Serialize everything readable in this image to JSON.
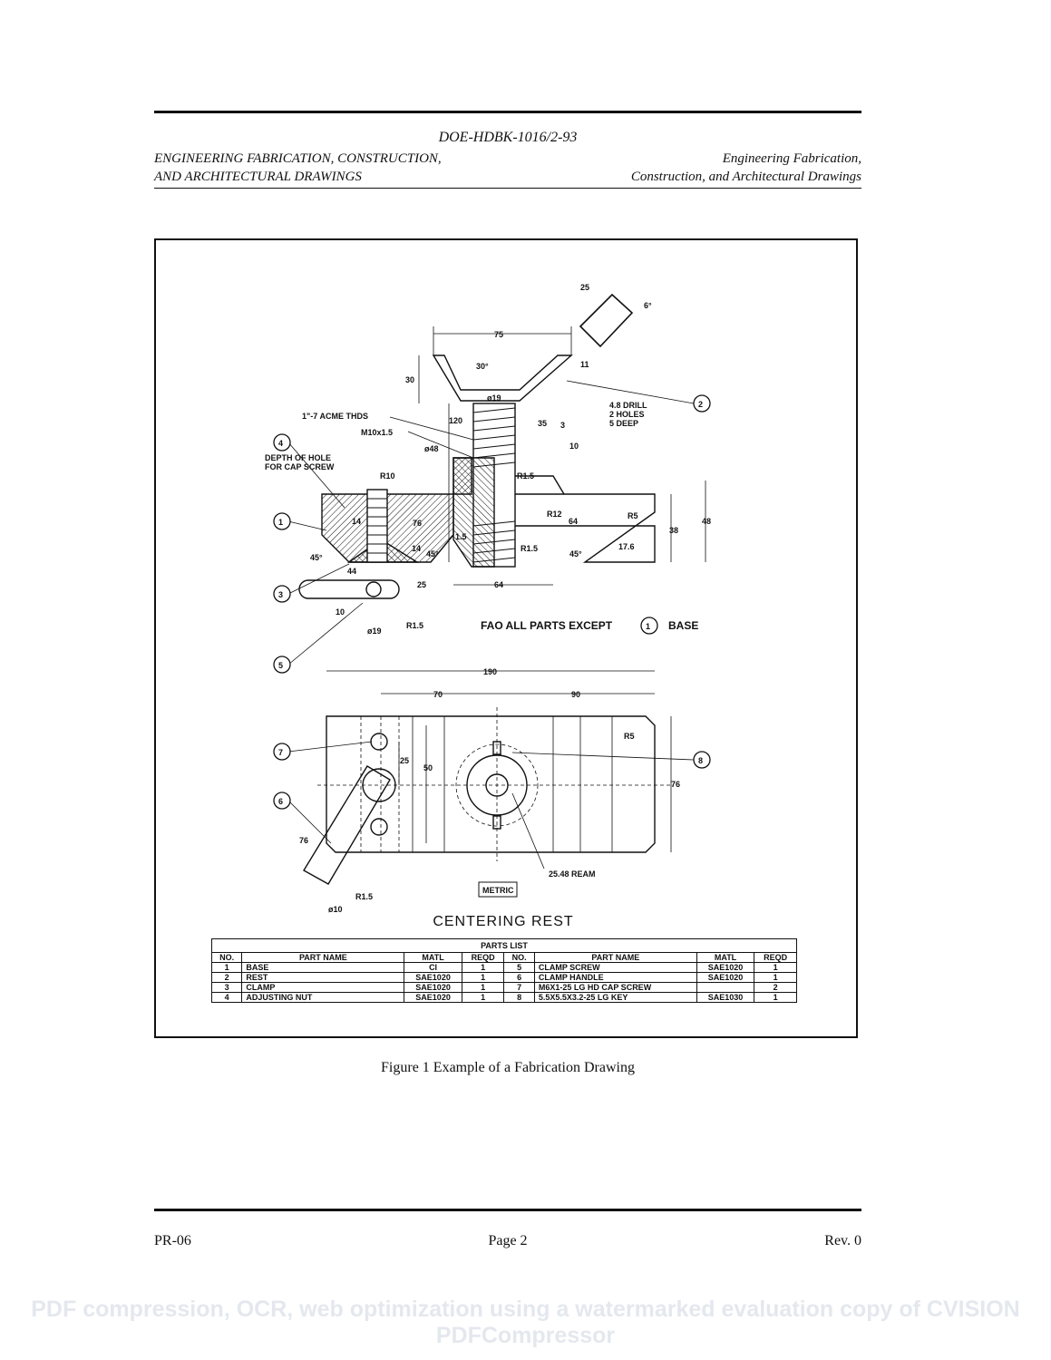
{
  "header": {
    "doc_number": "DOE-HDBK-1016/2-93",
    "left_line1": "ENGINEERING FABRICATION, CONSTRUCTION,",
    "left_line2": "AND ARCHITECTURAL DRAWINGS",
    "right_line1": "Engineering Fabrication,",
    "right_line2": "Construction, and Architectural Drawings"
  },
  "drawing": {
    "title": "CENTERING REST",
    "note": "FAO ALL PARTS EXCEPT",
    "note_part": "1",
    "note_end": "BASE",
    "metric_label": "METRIC",
    "labels": {
      "d25a": "25",
      "d6deg": "6°",
      "d75": "75",
      "d30deg": "30°",
      "d11": "11",
      "d30": "30",
      "phi19": "ø19",
      "drill1": "4.8 DRILL",
      "drill2": "2 HOLES",
      "drill3": "5 DEEP",
      "acme": "1\"-7 ACME THDS",
      "d120": "120",
      "d35": "35",
      "d3": "3",
      "m10": "M10x1.5",
      "phi48": "ø48",
      "d10a": "10",
      "depth1": "DEPTH OF HOLE",
      "depth2": "FOR CAP SCREW",
      "r10": "R10",
      "r15a": "R1.5",
      "r12": "R12",
      "d64a": "64",
      "r5a": "R5",
      "d38": "38",
      "d48": "48",
      "d14a": "14",
      "d76a": "76",
      "d15": "1.5",
      "r15b": "R1.5",
      "d176": "17.6",
      "d45a": "45°",
      "d45b": "45°",
      "d45c": "45°",
      "d14b": "14",
      "d44": "44",
      "d25b": "25",
      "d64b": "64",
      "d10b": "10",
      "phi19b": "ø19",
      "r15c": "R1.5",
      "d190": "190",
      "d70": "70",
      "d90": "90",
      "r5b": "R5",
      "d25c": "25",
      "d50": "50",
      "d76b": "76",
      "d76c": "76",
      "ream": "25.48 REAM",
      "r15d": "R1.5",
      "phi10": "ø10"
    },
    "balloons": [
      "1",
      "2",
      "3",
      "4",
      "5",
      "6",
      "7",
      "8"
    ]
  },
  "parts_list": {
    "caption": "PARTS LIST",
    "headers": [
      "NO.",
      "PART NAME",
      "MATL",
      "REQD",
      "NO.",
      "PART NAME",
      "MATL",
      "REQD"
    ],
    "rows": [
      [
        "1",
        "BASE",
        "CI",
        "1",
        "5",
        "CLAMP SCREW",
        "SAE1020",
        "1"
      ],
      [
        "2",
        "REST",
        "SAE1020",
        "1",
        "6",
        "CLAMP HANDLE",
        "SAE1020",
        "1"
      ],
      [
        "3",
        "CLAMP",
        "SAE1020",
        "1",
        "7",
        "M6X1-25 LG HD CAP SCREW",
        "",
        "2"
      ],
      [
        "4",
        "ADJUSTING NUT",
        "SAE1020",
        "1",
        "8",
        "5.5X5.5X3.2-25 LG KEY",
        "SAE1030",
        "1"
      ]
    ]
  },
  "caption": "Figure 1  Example of a Fabrication Drawing",
  "footer": {
    "left": "PR-06",
    "center": "Page 2",
    "right": "Rev. 0"
  },
  "watermark": "PDF compression, OCR, web optimization using a watermarked evaluation copy of CVISION PDFCompressor"
}
